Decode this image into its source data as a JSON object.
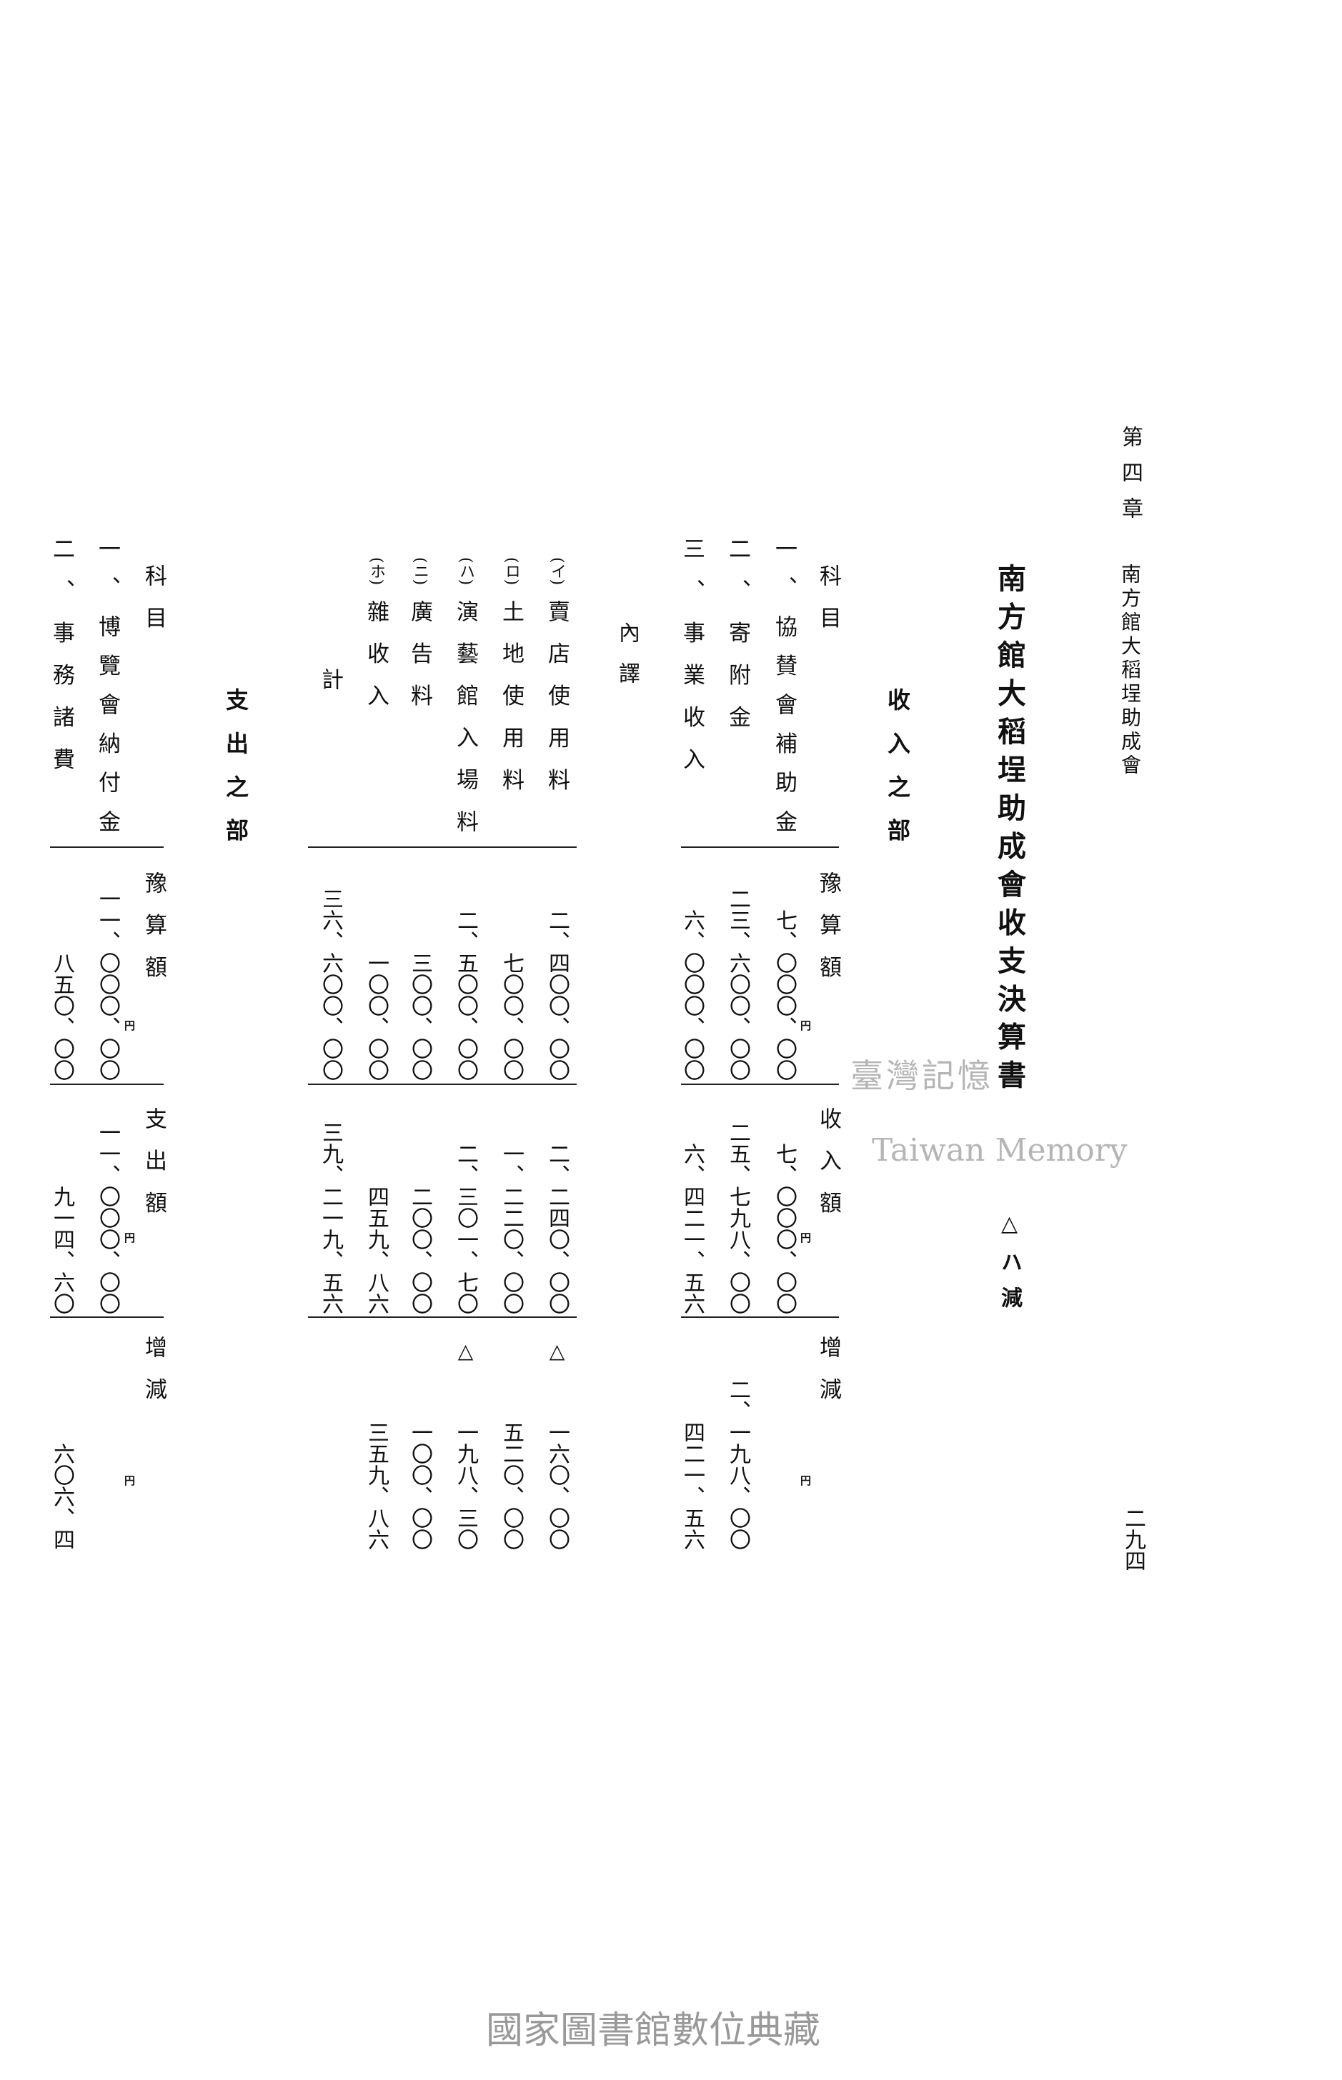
{
  "header": {
    "chapter": "第四章",
    "running_title": "南方館大稻埕助成會",
    "page_number": "二九四"
  },
  "title": "南方館大稻埕助成會收支決算書",
  "note": "△ハ減",
  "yen_mark": "円",
  "income": {
    "section": "收入之部",
    "columns": {
      "item": "科目",
      "budget": "豫算額",
      "actual": "收入額",
      "diff": "增減"
    },
    "rows": [
      {
        "label": "一、協賛會補助金",
        "budget": "七、〇〇〇、〇〇",
        "actual": "七、〇〇〇、〇〇",
        "diff_mark": "",
        "diff": ""
      },
      {
        "label": "二、寄附金",
        "budget": "二三、六〇〇、〇〇",
        "actual": "二五、七九八、〇〇",
        "diff_mark": "",
        "diff": "二、一九八、〇〇"
      },
      {
        "label": "三、事業收入",
        "budget": "六、〇〇〇、〇〇",
        "actual": "六、四二一、五六",
        "diff_mark": "",
        "diff": "四二一、五六"
      }
    ],
    "breakdown": {
      "label": "內譯",
      "items": [
        {
          "marker": "(イ)",
          "label": "賣店使用料",
          "budget": "二、四〇〇、〇〇",
          "actual": "二、二四〇、〇〇",
          "diff_mark": "△",
          "diff": "一六〇、〇〇"
        },
        {
          "marker": "(ロ)",
          "label": "土地使用料",
          "budget": "七〇〇、〇〇",
          "actual": "一、二二〇、〇〇",
          "diff_mark": "",
          "diff": "五二〇、〇〇"
        },
        {
          "marker": "(ハ)",
          "label": "演藝館入場料",
          "budget": "二、五〇〇、〇〇",
          "actual": "二、三〇一、七〇",
          "diff_mark": "△",
          "diff": "一九八、三〇"
        },
        {
          "marker": "(ニ)",
          "label": "廣告料",
          "budget": "三〇〇、〇〇",
          "actual": "二〇〇、〇〇",
          "diff_mark": "",
          "diff": "一〇〇、〇〇"
        },
        {
          "marker": "(ホ)",
          "label": "雜收入",
          "budget": "一〇〇、〇〇",
          "actual": "四五九、八六",
          "diff_mark": "",
          "diff": "三五九、八六"
        }
      ],
      "total": {
        "label": "計",
        "budget": "三六、六〇〇、〇〇",
        "actual": "三九、二一九、五六"
      }
    }
  },
  "expenditure": {
    "section": "支出之部",
    "columns": {
      "item": "科目",
      "budget": "豫算額",
      "actual": "支出額",
      "diff": "增減"
    },
    "rows": [
      {
        "label": "一、博覽會納付金",
        "budget": "一一、〇〇〇、〇〇",
        "actual": "一一、〇〇〇、〇〇",
        "diff": ""
      },
      {
        "label": "二、事務諸費",
        "budget": "八五〇、〇〇",
        "actual": "九一四、六〇",
        "diff": "六〇六、四"
      }
    ]
  },
  "watermark": {
    "chinese": "臺灣記憶",
    "english": "Taiwan Memory",
    "footer": "國家圖書館數位典藏"
  }
}
